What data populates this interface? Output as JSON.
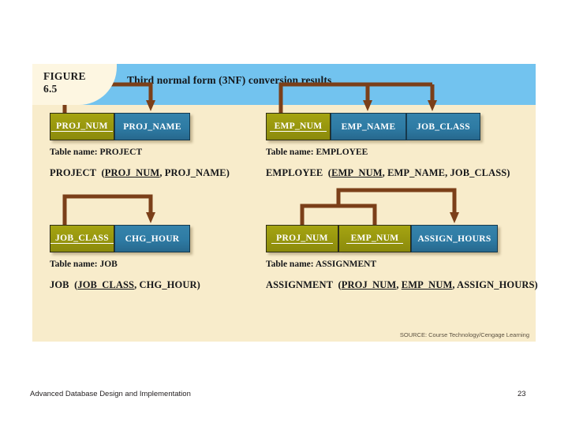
{
  "figure": {
    "label": "FIGURE",
    "number": "6.5",
    "title": "Third normal form (3NF) conversion results",
    "source": "SOURCE: Course Technology/Cengage Learning",
    "colors": {
      "banner": "#72c3ef",
      "panel_background": "#f8eccb",
      "tab_background": "#fdf6e1",
      "key_attribute": "#9a9a10",
      "nonkey_attribute": "#2c7099",
      "dependency_arrow": "#7b3f19"
    }
  },
  "tables": [
    {
      "id": "project",
      "attributes": [
        {
          "name": "PROJ_NUM",
          "role": "key",
          "width": 82
        },
        {
          "name": "PROJ_NAME",
          "role": "nonkey",
          "width": 96
        }
      ],
      "table_name_label": "Table name: PROJECT",
      "relation": {
        "name": "PROJECT",
        "pk": "PROJ_NUM",
        "rest": ", PROJ_NAME)"
      }
    },
    {
      "id": "employee",
      "attributes": [
        {
          "name": "EMP_NUM",
          "role": "key",
          "width": 82
        },
        {
          "name": "EMP_NAME",
          "role": "nonkey",
          "width": 96
        },
        {
          "name": "JOB_CLASS",
          "role": "nonkey",
          "width": 94
        }
      ],
      "table_name_label": "Table name: EMPLOYEE",
      "relation": {
        "name": "EMPLOYEE",
        "pk": "EMP_NUM",
        "rest": ", EMP_NAME, JOB_CLASS)"
      }
    },
    {
      "id": "job",
      "attributes": [
        {
          "name": "JOB_CLASS",
          "role": "key",
          "width": 82
        },
        {
          "name": "CHG_HOUR",
          "role": "nonkey",
          "width": 96
        }
      ],
      "table_name_label": "Table name: JOB",
      "relation": {
        "name": "JOB",
        "pk": "JOB_CLASS",
        "rest": ", CHG_HOUR)"
      }
    },
    {
      "id": "assignment",
      "attributes": [
        {
          "name": "PROJ_NUM",
          "role": "key",
          "width": 92
        },
        {
          "name": "EMP_NUM",
          "role": "key",
          "width": 92
        },
        {
          "name": "ASSIGN_HOURS",
          "role": "nonkey",
          "width": 110
        }
      ],
      "table_name_label": "Table name: ASSIGNMENT",
      "relation": {
        "name": "ASSIGNMENT",
        "pk": "PROJ_NUM",
        "pk2": "EMP_NUM",
        "rest": ", ASSIGN_HOURS)"
      }
    }
  ],
  "footer": {
    "title": "Advanced Database Design and Implementation",
    "page": "23"
  }
}
